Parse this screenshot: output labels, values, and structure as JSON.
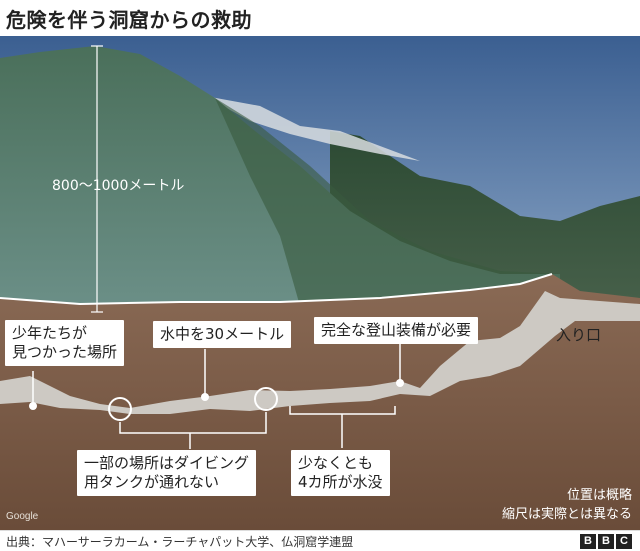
{
  "title": "危険を伴う洞窟からの救助",
  "height_label": "800〜1000メートル",
  "labels": {
    "boys_found": "少年たちが\n見つかった場所",
    "underwater": "水中を30メートル",
    "climbing_gear": "完全な登山装備が必要",
    "entrance": "入り口",
    "no_diving_tanks": "一部の場所はダイビング\n用タンクが通れない",
    "flooded": "少なくとも\n4カ所が水没"
  },
  "notes": {
    "position": "位置は概略",
    "scale": "縮尺は実際とは異なる"
  },
  "watermark": "Google",
  "source": "出典：マハーサーラカーム・ラーチャパット大学、仏洞窟学連盟",
  "brand": [
    "B",
    "B",
    "C"
  ],
  "colors": {
    "sky": "#4a6fa0",
    "rock": "#7a5a45",
    "cave": "#c9c5c0",
    "label_bg": "#ffffff"
  }
}
